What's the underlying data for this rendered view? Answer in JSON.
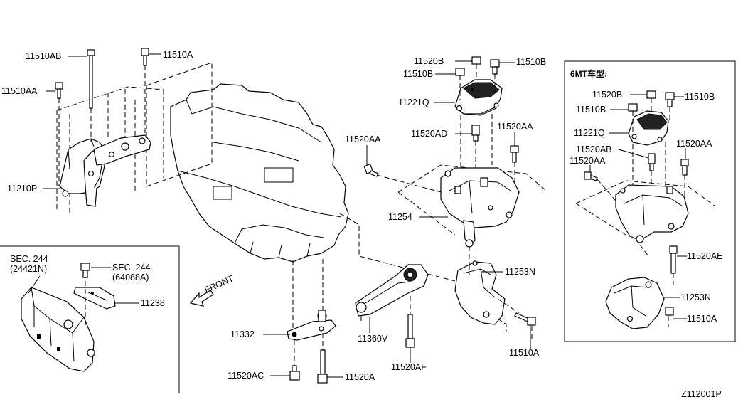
{
  "diagram_id": "Z112001P",
  "inset_6mt_title": "6MT车型:",
  "inset_sec": {
    "line1": "SEC. 244",
    "line2": "(24421N)",
    "line3": "SEC. 244",
    "line4": "(64088A)"
  },
  "front_label": "FRONT",
  "labels": {
    "l_11510AB": "11510AB",
    "l_11510A_top": "11510A",
    "l_11510AA": "11510AA",
    "l_11210P": "11210P",
    "l_11238": "11238",
    "l_11520B": "11520B",
    "l_11510B_a": "11510B",
    "l_11510B_b": "11510B",
    "l_11221Q": "11221Q",
    "l_11520AD": "11520AD",
    "l_11520AA_a": "11520AA",
    "l_11520AA_b": "11520AA",
    "l_11254": "11254",
    "l_11253N": "11253N",
    "l_11510A_bot": "11510A",
    "l_11332": "11332",
    "l_11360V": "11360V",
    "l_11520AF": "11520AF",
    "l_11520AC": "11520AC",
    "l_11520A": "11520A",
    "r_11520B": "11520B",
    "r_11510B_a": "11510B",
    "r_11510B_b": "11510B",
    "r_11221Q": "11221Q",
    "r_11520AB": "11520AB",
    "r_11520AA_a": "11520AA",
    "r_11520AA_b": "11520AA",
    "r_11520AE": "11520AE",
    "r_11253N": "11253N",
    "r_11510A": "11510A"
  }
}
